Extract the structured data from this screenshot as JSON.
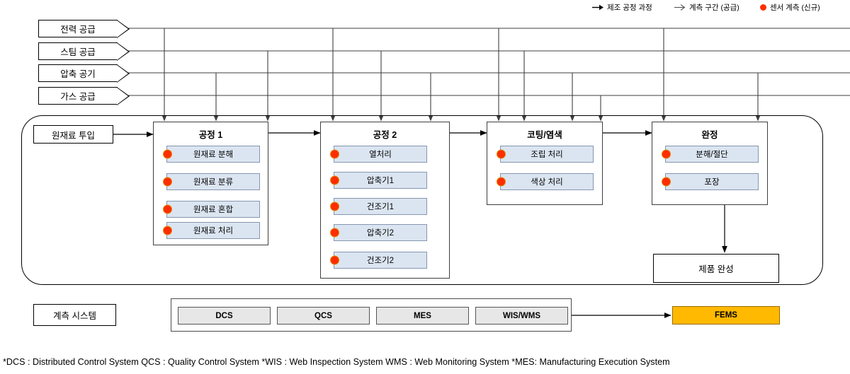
{
  "legend": {
    "items": [
      {
        "icon": "solid-arrow-icon",
        "label": "제조 공정 과정"
      },
      {
        "icon": "open-arrow-icon",
        "label": "계측 구간 (공급)"
      },
      {
        "icon": "red-dot-icon",
        "label": "센서 계측 (신규)"
      }
    ]
  },
  "supplies": [
    {
      "label": "전력 공급"
    },
    {
      "label": "스팀 공급"
    },
    {
      "label": "압축 공기"
    },
    {
      "label": "가스 공급"
    }
  ],
  "input_box": {
    "label": "원재료 투입"
  },
  "processes": [
    {
      "title": "공정 1",
      "steps": [
        {
          "label": "원재료 분해",
          "sensor": true
        },
        {
          "label": "원재료 분류",
          "sensor": true
        },
        {
          "label": "원재료 혼합",
          "sensor": true
        },
        {
          "label": "원재료 처리",
          "sensor": true
        }
      ]
    },
    {
      "title": "공정 2",
      "steps": [
        {
          "label": "열처리",
          "sensor": true
        },
        {
          "label": "압축기1",
          "sensor": true
        },
        {
          "label": "건조기1",
          "sensor": true
        },
        {
          "label": "압축기2",
          "sensor": true
        },
        {
          "label": "건조기2",
          "sensor": true
        }
      ]
    },
    {
      "title": "코팅/염색",
      "steps": [
        {
          "label": "조립 처리",
          "sensor": true
        },
        {
          "label": "색상 처리",
          "sensor": true
        }
      ]
    },
    {
      "title": "완정",
      "steps": [
        {
          "label": "분해/절단",
          "sensor": true
        },
        {
          "label": "포장",
          "sensor": true
        }
      ]
    }
  ],
  "product_box": {
    "label": "제품 완성"
  },
  "measurement": {
    "label": "계측 시스템",
    "systems": [
      {
        "label": "DCS"
      },
      {
        "label": "QCS"
      },
      {
        "label": "MES"
      },
      {
        "label": "WIS/WMS"
      }
    ],
    "target": {
      "label": "FEMS"
    }
  },
  "footnote": {
    "text": "*DCS : Distributed Control System  QCS : Quality Control System  *WIS : Web Inspection System  WMS : Web Monitoring System  *MES: Manufacturing Execution System"
  },
  "colors": {
    "sensor_dot": "#ff2d00",
    "step_fill": "#dbe5f1",
    "system_fill": "#e7e7e7",
    "fems_fill": "#ffb900",
    "line": "#3f3f3f"
  }
}
